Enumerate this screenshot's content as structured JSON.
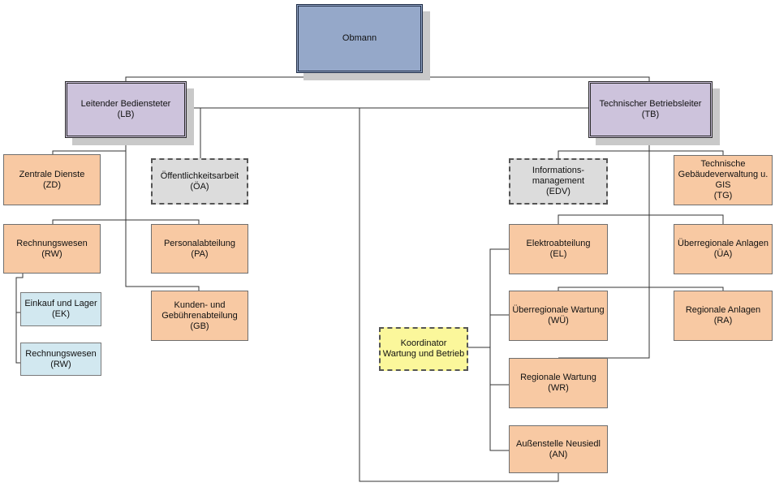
{
  "nodes": {
    "obmann": {
      "name": "Obmann"
    },
    "lb": {
      "name": "Leitender Bediensteter",
      "code": "(LB)"
    },
    "tb": {
      "name": "Technischer Betriebsleiter",
      "code": "(TB)"
    },
    "zd": {
      "name": "Zentrale Dienste",
      "code": "(ZD)"
    },
    "oa": {
      "name": "Öffentlichkeitsarbeit",
      "code": "(ÖA)"
    },
    "rw": {
      "name": "Rechnungswesen",
      "code": "(RW)"
    },
    "pa": {
      "name": "Personalabteilung",
      "code": "(PA)"
    },
    "ek": {
      "name": "Einkauf und Lager",
      "code": "(EK)"
    },
    "rw2": {
      "name": "Rechnungswesen",
      "code": "(RW)"
    },
    "gb": {
      "name1": "Kunden- und",
      "name2": "Gebührenabteilung",
      "code": "(GB)"
    },
    "edv": {
      "name1": "Informations-",
      "name2": "management",
      "code": "(EDV)"
    },
    "tg": {
      "name1": "Technische",
      "name2": "Gebäudeverwaltung u.",
      "name3": "GIS",
      "code": "(TG)"
    },
    "el": {
      "name": "Elektroabteilung",
      "code": "(EL)"
    },
    "ua": {
      "name": "Überregionale Anlagen",
      "code": "(ÜA)"
    },
    "wu": {
      "name": "Überregionale Wartung",
      "code": "(WÜ)"
    },
    "ra": {
      "name": "Regionale Anlagen",
      "code": "(RA)"
    },
    "wr": {
      "name": "Regionale Wartung",
      "code": "(WR)"
    },
    "an": {
      "name": "Außenstelle Neusiedl",
      "code": "(AN)"
    },
    "ko": {
      "name1": "Koordinator",
      "name2": "Wartung und Betrieb"
    }
  },
  "colors": {
    "top": "#95a8c9",
    "manager": "#cdc3dc",
    "department": "#f8c9a3",
    "subunit": "#d2e8f0",
    "staff": "#dcdcdc",
    "coordinator": "#fbf79b",
    "line": "#333333"
  }
}
